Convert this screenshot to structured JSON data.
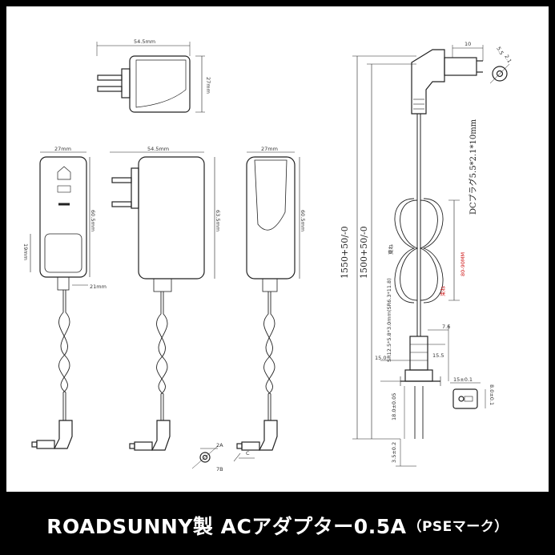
{
  "drawing": {
    "top_view": {
      "width": "54.5mm",
      "height": "27mm"
    },
    "side_view": {
      "width": "27mm",
      "height": "60.5mm",
      "button_h": "19mm",
      "cable_off": "21mm"
    },
    "front_view": {
      "width": "54.5mm",
      "height": "63.5mm"
    },
    "back_view": {
      "width": "27mm",
      "height": "60.5mm"
    },
    "plug_detail": {
      "d1": "2A",
      "d2": "7B",
      "d3": "C"
    },
    "cable_view": {
      "tip_len": "10",
      "tip_d1": "5.5",
      "tip_d2": "2.1",
      "total_len": "1550+50/-0",
      "cable_len": "1500+50/-0",
      "plug_spec": "DCプラグ5.5*2.1*10mm",
      "loop_len": "80-90MM",
      "loop_note1": "束ね",
      "loop_note2": "東ね",
      "cable_spec": "SR12.5*5.8*3.0mm(SR6.3*11.8)",
      "dim_76": "7.6",
      "dim_155": "15.5",
      "dim_150": "15.0",
      "wire_len": "18.0±0.05",
      "wire_end": "3.5±0.2",
      "term_w": "15±0.1",
      "term_h": "8.0±0.1"
    }
  },
  "caption": {
    "main": "ROADSUNNY製 ACアダプター0.5A",
    "sub": "（PSEマーク）"
  }
}
